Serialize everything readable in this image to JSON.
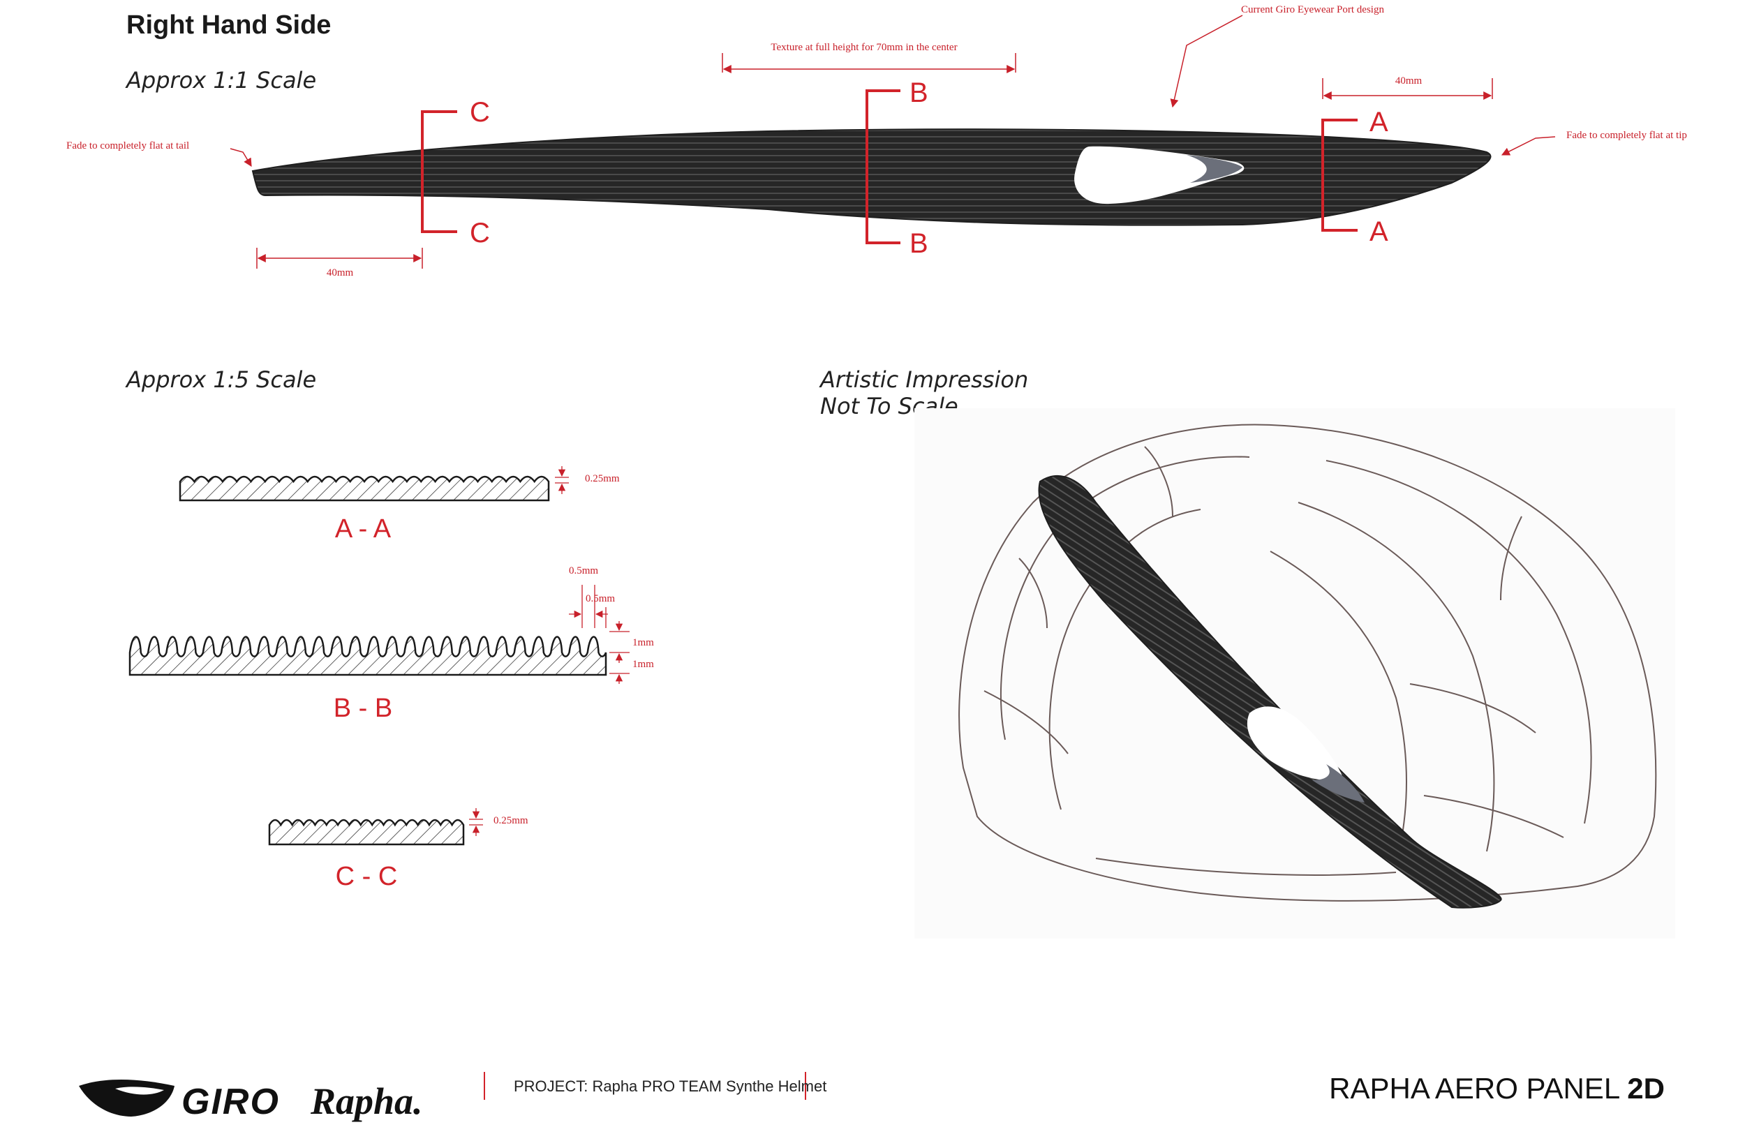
{
  "heading": "Right Hand Side",
  "scale_top": "Approx 1:1 Scale",
  "scale_sections": "Approx 1:5 Scale",
  "artistic": {
    "line1": "Artistic Impression",
    "line2": "Not To Scale"
  },
  "notes": {
    "texture": "Texture at full height for 70mm in the center",
    "eyewear": "Current Giro Eyewear Port design",
    "tail": "Fade to completely flat at tail",
    "tip": "Fade to completely flat at tip",
    "dim_40_left": "40mm",
    "dim_40_right": "40mm"
  },
  "section_letters": {
    "a": "A",
    "b": "B",
    "c": "C"
  },
  "section_titles": {
    "aa": "A - A",
    "bb": "B - B",
    "cc": "C - C"
  },
  "dims": {
    "aa_height": "0.25mm",
    "bb_width1": "0.5mm",
    "bb_width2": "0.5mm",
    "bb_h1": "1mm",
    "bb_h2": "1mm",
    "cc_height": "0.25mm"
  },
  "footer": {
    "brand1": "GIRO",
    "brand2": "Rapha.",
    "project": "PROJECT: Rapha PRO TEAM Synthe Helmet",
    "title_main": "RAPHA AERO PANEL ",
    "title_bold": "2D"
  },
  "colors": {
    "accent_red": "#d2232a",
    "panel": "#1f1f1f"
  }
}
